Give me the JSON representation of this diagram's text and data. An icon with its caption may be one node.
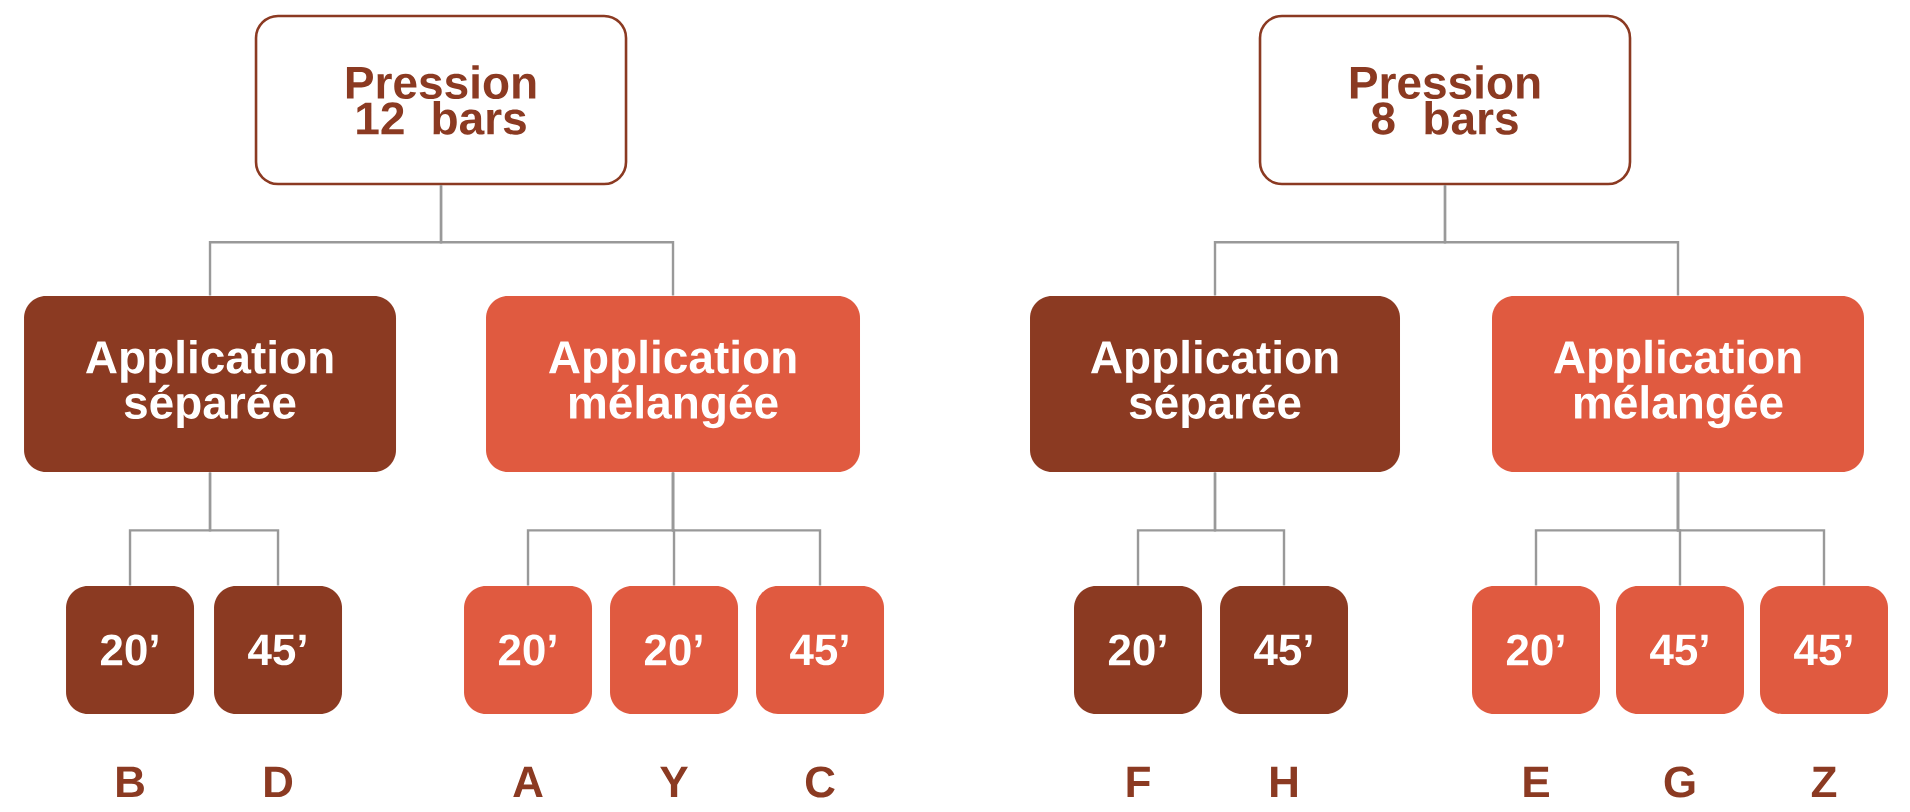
{
  "diagram": {
    "nodes": [
      {
        "text": [
          "Pression 12 bars"
        ]
      },
      {
        "text": [
          "Application séparée"
        ]
      },
      {
        "text": [
          "Application mélangée"
        ]
      },
      {
        "text": [
          "20’"
        ],
        "beside": [
          "B"
        ]
      },
      {
        "text": [
          "45’"
        ],
        "beside": [
          "D"
        ]
      },
      {
        "text": [
          "20’"
        ],
        "beside": [
          "A"
        ]
      },
      {
        "text": [
          "20’"
        ],
        "beside": [
          "Y"
        ]
      },
      {
        "text": [
          "45’"
        ],
        "beside": [
          "C"
        ]
      },
      {
        "text": [
          "Pression 8 bars"
        ]
      },
      {
        "text": [
          "Application séparée"
        ]
      },
      {
        "text": [
          "Application mélangée"
        ]
      },
      {
        "text": [
          "20’"
        ],
        "beside": [
          "F"
        ]
      },
      {
        "text": [
          "45’"
        ],
        "beside": [
          "H"
        ]
      },
      {
        "text": [
          "20’"
        ],
        "beside": [
          "E"
        ]
      },
      {
        "text": [
          "45’"
        ],
        "beside": [
          "G"
        ]
      },
      {
        "text": [
          "45’"
        ],
        "beside": [
          "Z"
        ]
      }
    ],
    "edges": [
      {
        "from": 0,
        "to": 1,
        "arrow": "none"
      },
      {
        "from": 0,
        "to": 2,
        "arrow": "none"
      },
      {
        "from": 1,
        "to": 3,
        "arrow": "none"
      },
      {
        "from": 1,
        "to": 4,
        "arrow": "none"
      },
      {
        "from": 2,
        "to": 5,
        "arrow": "none"
      },
      {
        "from": 2,
        "to": 6,
        "arrow": "none"
      },
      {
        "from": 2,
        "to": 7,
        "arrow": "none"
      },
      {
        "from": 8,
        "to": 9,
        "arrow": "none"
      },
      {
        "from": 8,
        "to": 10,
        "arrow": "none"
      },
      {
        "from": 9,
        "to": 11,
        "arrow": "none"
      },
      {
        "from": 9,
        "to": 12,
        "arrow": "none"
      },
      {
        "from": 10,
        "to": 13,
        "arrow": "none"
      },
      {
        "from": 10,
        "to": 14,
        "arrow": "none"
      },
      {
        "from": 10,
        "to": 15,
        "arrow": "none"
      }
    ]
  }
}
